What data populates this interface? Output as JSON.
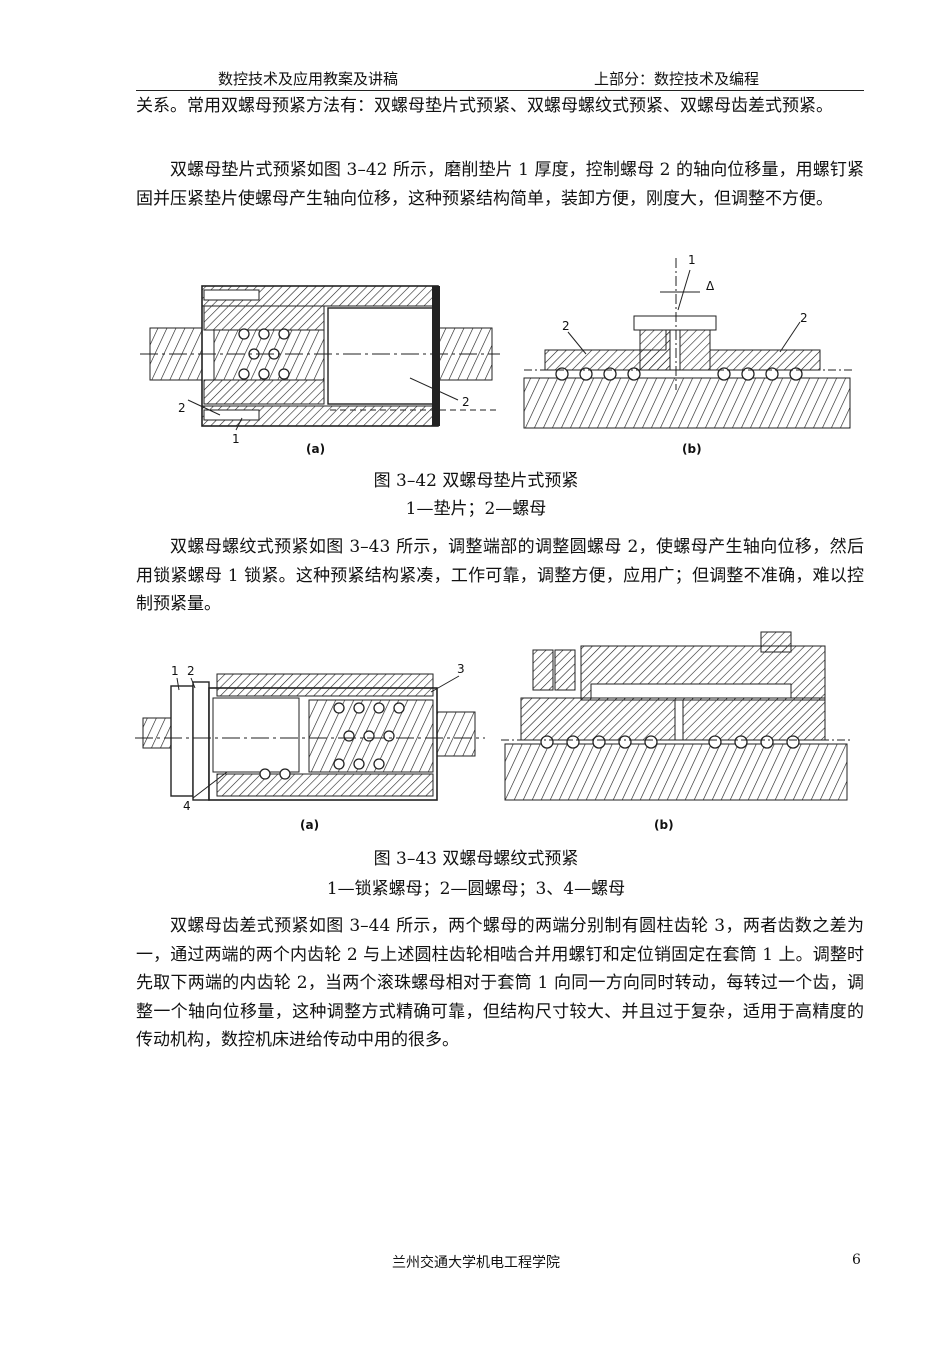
{
  "header": {
    "left": "数控技术及应用教案及讲稿",
    "right": "上部分：数控技术及编程"
  },
  "paragraphs": {
    "p1": "关系。常用双螺母预紧方法有：双螺母垫片式预紧、双螺母螺纹式预紧、双螺母齿差式预紧。",
    "p2": "双螺母垫片式预紧如图 3–42 所示，磨削垫片 1 厚度，控制螺母 2 的轴向位移量，用螺钉紧固并压紧垫片使螺母产生轴向位移，这种预紧结构简单，装卸方便，刚度大，但调整不方便。",
    "p3": "双螺母螺纹式预紧如图 3–43 所示，调整端部的调整圆螺母 2，使螺母产生轴向位移，然后用锁紧螺母 1 锁紧。这种预紧结构紧凑，工作可靠，调整方便，应用广；但调整不准确，难以控制预紧量。",
    "p4": "双螺母齿差式预紧如图 3–44 所示，两个螺母的两端分别制有圆柱齿轮 3，两者齿数之差为一，通过两端的两个内齿轮 2 与上述圆柱齿轮相啮合并用螺钉和定位销固定在套筒 1 上。调整时先取下两端的内齿轮 2，当两个滚珠螺母相对于套筒 1 向同一方向同时转动，每转过一个齿，调整一个轴向位移量，这种调整方式精确可靠，但结构尺寸较大、并且过于复杂，适用于高精度的传动机构，数控机床进给传动中用的很多。"
  },
  "figure42": {
    "sub_a": "(a)",
    "sub_b": "(b)",
    "caption": "图  3–42  双螺母垫片式预紧",
    "legend": "1—垫片；2—螺母",
    "labels": {
      "a1": "1",
      "a2_left": "2",
      "a2_right": "2",
      "b1": "1",
      "b2_left": "2",
      "b2_right": "2",
      "delta": "Δ"
    }
  },
  "figure43": {
    "sub_a": "(a)",
    "sub_b": "(b)",
    "caption": "图  3–43  双螺母螺纹式预紧",
    "legend": "1—锁紧螺母；2—圆螺母；3、4—螺母",
    "labels": {
      "a1": "1",
      "a2": "2",
      "a3": "3",
      "a4": "4"
    }
  },
  "footer": {
    "institution": "兰州交通大学机电工程学院",
    "page": "6"
  }
}
